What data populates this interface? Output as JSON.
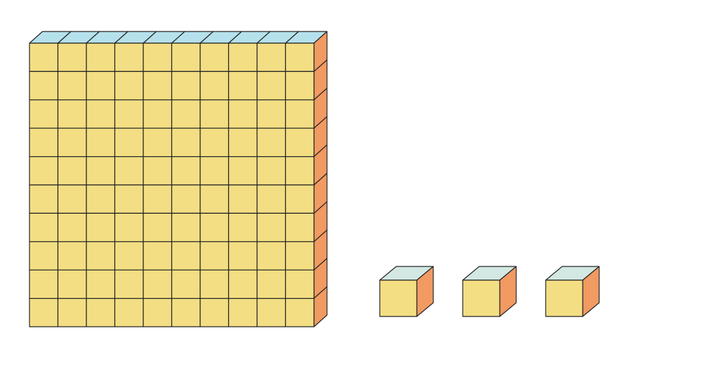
{
  "diagram": {
    "type": "base-ten-blocks",
    "blocks": [
      {
        "kind": "hundreds-flat",
        "count": 1,
        "grid": [
          10,
          10
        ]
      },
      {
        "kind": "unit-cube",
        "count": 3
      }
    ],
    "colors": {
      "front": "#f3de83",
      "flat_top": "#b5e1ec",
      "cube_top": "#d3e8e2",
      "side": "#f19a62",
      "stroke": "#222222"
    }
  }
}
